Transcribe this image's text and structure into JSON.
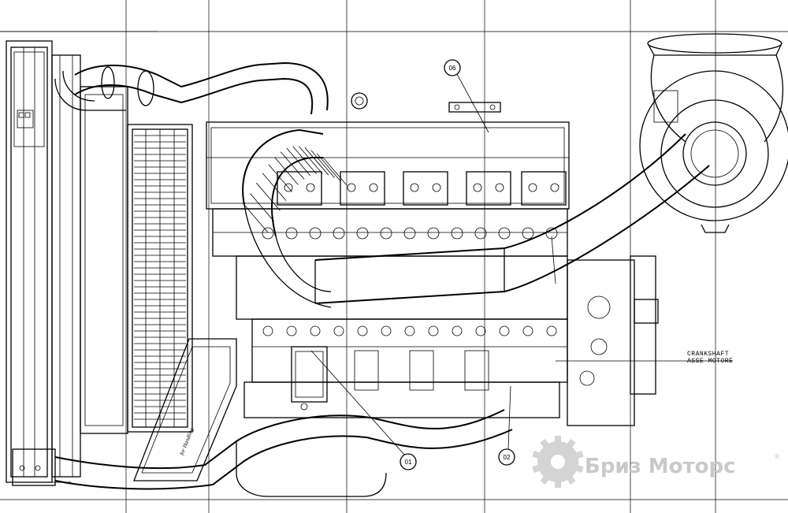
{
  "drawing": {
    "annotation_lines": [
      "CRANKSHAFT",
      "ASSE MOTORE"
    ],
    "callouts": [
      {
        "id": "06",
        "label": "06"
      },
      {
        "id": "01",
        "label": "01"
      },
      {
        "id": "02",
        "label": "02"
      }
    ],
    "frame_logo_text": "for Handling"
  },
  "watermark": {
    "brand": "Бриз Моторс",
    "registered_mark": "®",
    "color": "#c9c9c9"
  }
}
